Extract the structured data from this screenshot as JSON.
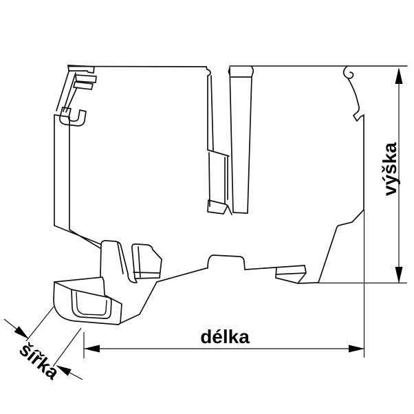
{
  "figure": {
    "type": "technical-line-drawing",
    "subject": "DIN rail terminal block side profile",
    "background_color": "#ffffff",
    "line_color": "#111111",
    "label_color": "#000000"
  },
  "dimensions": {
    "height_label": "výška",
    "length_label": "délka",
    "width_label": "šířka"
  }
}
